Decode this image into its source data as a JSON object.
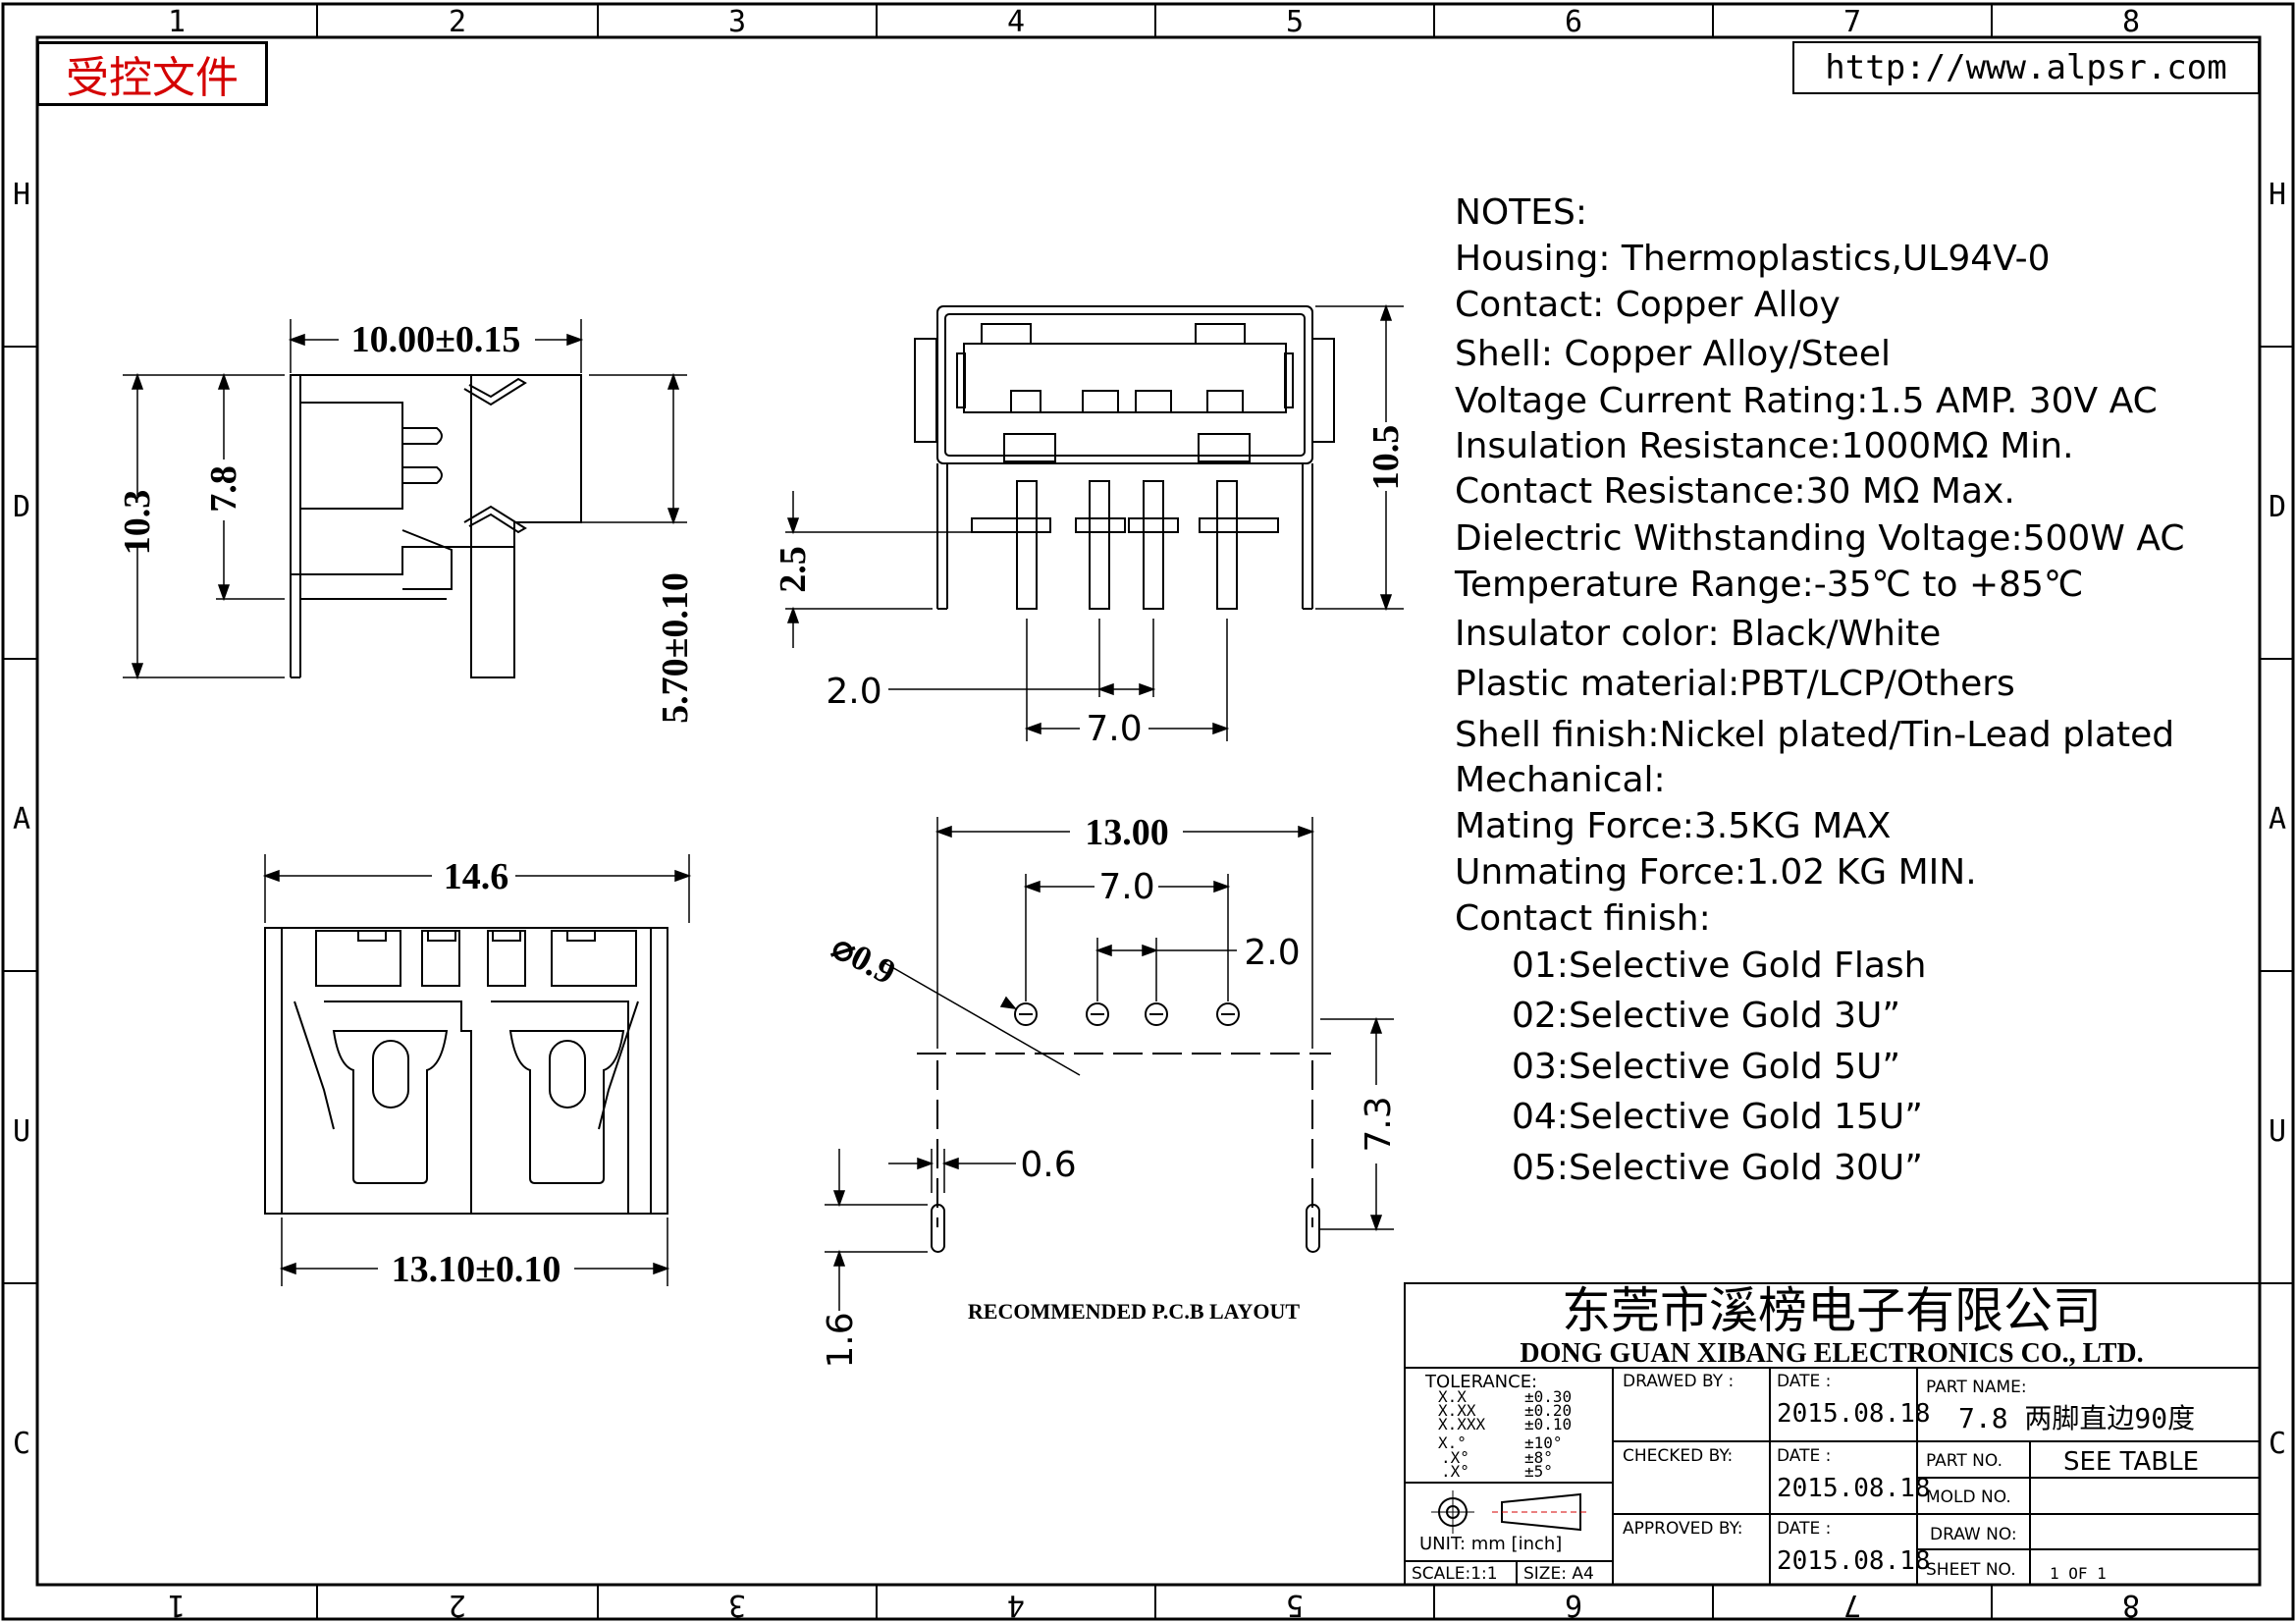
{
  "header": {
    "controlled_doc": "受控文件",
    "url": "http://www.alpsr.com"
  },
  "border": {
    "columns": [
      "1",
      "2",
      "3",
      "4",
      "5",
      "6",
      "7",
      "8"
    ],
    "rows": [
      "H",
      "D",
      "A",
      "U",
      "C"
    ]
  },
  "dimensions": {
    "side_width": "10.00±0.15",
    "side_height_total": "10.3",
    "side_height_body": "7.8",
    "side_pin_offset": "5.70±0.10",
    "front_height": "10.5",
    "front_pin_len": "2.5",
    "front_pitch": "2.0",
    "front_span": "7.0",
    "bottom_width": "14.6",
    "bottom_inner": "13.10±0.10",
    "pcb_width": "13.00",
    "pcb_span": "7.0",
    "pcb_pitch": "2.0",
    "pcb_hole": "⌀0.9",
    "pcb_depth": "7.3",
    "pcb_slot": "0.6",
    "pcb_slot_len": "1.6",
    "pcb_caption": "RECOMMENDED  P.C.B LAYOUT"
  },
  "notes": {
    "lines": [
      "NOTES:",
      "Housing:  Thermoplastics,UL94V-0",
      "Contact:  Copper  Alloy",
      "Shell:  Copper  Alloy/Steel",
      "Voltage  Current  Rating:1.5  AMP.  30V  AC",
      "Insulation  Resistance:1000MΩ  Min.",
      "Contact  Resistance:30  MΩ  Max.",
      "Dielectric  Withstanding  Voltage:500W  AC",
      "Temperature  Range:-35℃  to  +85℃",
      "Insulator  color:  Black/White",
      "Plastic  material:PBT/LCP/Others",
      "Shell  finish:Nickel  plated/Tin-Lead  plated",
      "Mechanical:",
      "Mating  Force:3.5KG  MAX",
      "Unmating  Force:1.02  KG  MIN.",
      "Contact  finish:",
      "01:Selective  Gold  Flash",
      "02:Selective  Gold  3U”",
      "03:Selective  Gold  5U”",
      "04:Selective  Gold  15U”",
      "05:Selective  Gold  30U”"
    ]
  },
  "title_block": {
    "company_cn": "东莞市溪榜电子有限公司",
    "company_en": "DONG  GUAN  XIBANG  ELECTRONICS  CO.,  LTD.",
    "tolerance_label": "TOLERANCE:",
    "tol_keys": [
      "X.X",
      "X.XX",
      "X.XXX",
      "X.°",
      ".X°",
      ".X°"
    ],
    "tol_vals": [
      "±0.30",
      "±0.20",
      "±0.10",
      "±10°",
      "±8°",
      "±5°"
    ],
    "unit": "UNIT:  mm  [inch]",
    "scale": "SCALE:1:1",
    "size": "SIZE:  A4",
    "drawn_by": "DRAWED  BY :",
    "checked_by": "CHECKED  BY:",
    "approved_by": "APPROVED  BY:",
    "date_label": "DATE  :",
    "date_drawn": "2015.08.18",
    "date_checked": "2015.08.18",
    "date_approved": "2015.08.18",
    "part_name_label": "PART  NAME:",
    "part_name": "7.8 两脚直边90度",
    "part_no_label": "PART  NO.",
    "part_no": "SEE  TABLE",
    "mold_no_label": "MOLD  NO.",
    "draw_no_label": "DRAW  NO:",
    "sheet_no_label": "SHEET  NO.",
    "sheet_no": "1  OF  1"
  }
}
